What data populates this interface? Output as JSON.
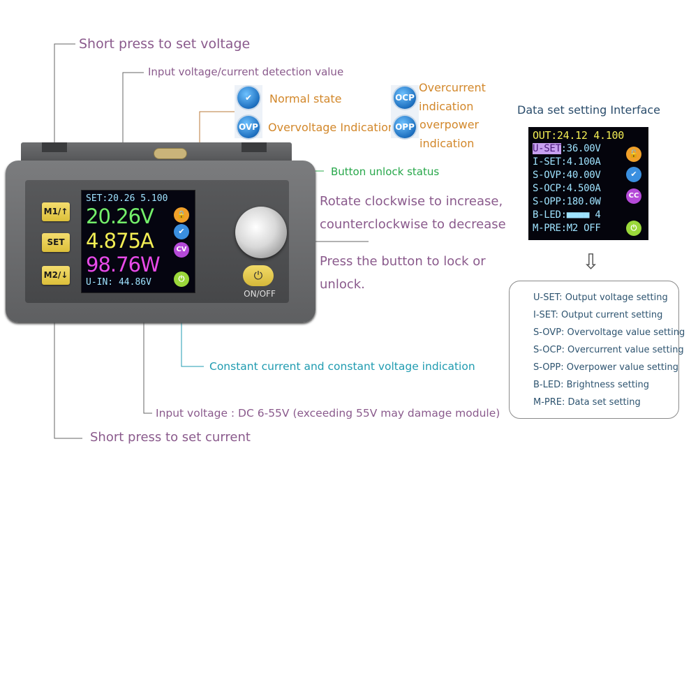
{
  "callouts": {
    "set_voltage": "Short press to set voltage",
    "detection": "Input voltage/current detection value",
    "normal_state": "Normal state",
    "overvoltage": "Overvoltage Indication",
    "overcurrent_1": "Overcurrent",
    "overcurrent_2": "indication",
    "overpower_1": "overpower",
    "overpower_2": "indication",
    "button_unlock": "Button unlock status",
    "rotate_1": "Rotate clockwise to increase,",
    "rotate_2": "counterclockwise to decrease",
    "press_1": "Press the button to lock or",
    "press_2": "unlock.",
    "cc_cv": "Constant current and constant voltage indication",
    "input_voltage": "Input voltage : DC 6-55V (exceeding 55V may damage module)",
    "set_current": "Short press to set current"
  },
  "legend_icons": {
    "ovp": "OVP",
    "ocp": "OCP",
    "opp": "OPP"
  },
  "device": {
    "btn_m1": "M1/↑",
    "btn_set": "SET",
    "btn_m2": "M2/↓",
    "onoff": "ON/OFF",
    "screen": {
      "set_line": "SET:20.26 5.100",
      "voltage": "20.26V",
      "current": "4.875A",
      "power": "98.76W",
      "uin": "U-IN: 44.86V",
      "cv": "CV"
    }
  },
  "data_set": {
    "title": "Data set setting Interface",
    "screen": {
      "out": "OUT:24.12 4.100",
      "rows": [
        {
          "key": "U-SET",
          "value": ":36.00V"
        },
        {
          "key": "I-SET",
          "value": ":4.100A"
        },
        {
          "key": "S-OVP",
          "value": ":40.00V"
        },
        {
          "key": "S-OCP",
          "value": ":4.500A"
        },
        {
          "key": "S-OPP",
          "value": ":180.0W"
        },
        {
          "key": "B-LED",
          "value": ":■■■■ 4"
        },
        {
          "key": "M-PRE",
          "value": ":M2 OFF"
        }
      ],
      "cc": "CC"
    },
    "arrow": "⇩",
    "definitions": [
      "U-SET: Output voltage setting",
      "I-SET: Output current setting",
      "S-OVP: Overvoltage value setting",
      "S-OCP: Overcurrent value setting",
      "S-OPP: Overpower value setting",
      "B-LED: Brightness setting",
      "M-PRE: Data set setting"
    ]
  },
  "colors": {
    "purple_text": "#8a5a8c",
    "orange_text": "#d2872a",
    "green_text": "#27a74a",
    "teal_text": "#1f9bb0",
    "navy_text": "#2a4c6b"
  }
}
